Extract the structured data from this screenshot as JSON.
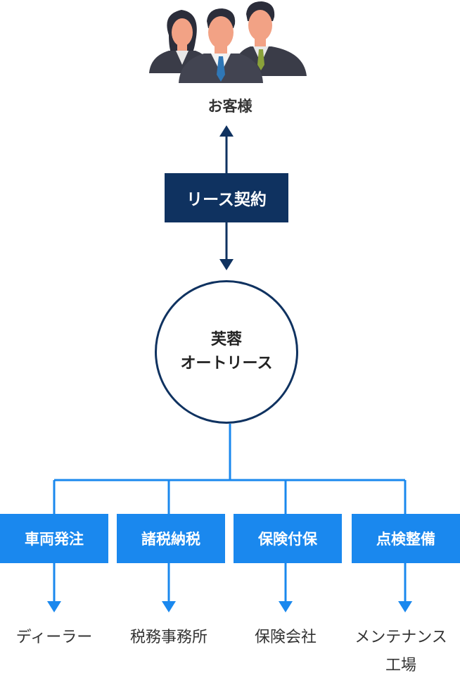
{
  "customer": {
    "label": "お客様",
    "icon": "people-group-icon"
  },
  "contract": {
    "label": "リース契約"
  },
  "company": {
    "line1": "芙蓉",
    "line2": "オートリース"
  },
  "services": [
    {
      "label": "車両発注",
      "destination_line1": "ディーラー",
      "destination_line2": ""
    },
    {
      "label": "諸税納税",
      "destination_line1": "税務事務所",
      "destination_line2": ""
    },
    {
      "label": "保険付保",
      "destination_line1": "保険会社",
      "destination_line2": ""
    },
    {
      "label": "点検整備",
      "destination_line1": "メンテナンス",
      "destination_line2": "工場"
    }
  ],
  "colors": {
    "navy": "#0f3260",
    "blue": "#1a88ee",
    "text": "#333333"
  }
}
